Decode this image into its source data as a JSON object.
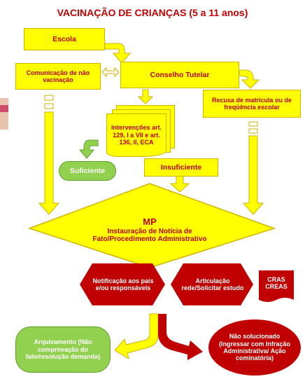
{
  "title": "VACINAÇÃO DE CRIANÇAS (5 a 11 anos)",
  "nodes": {
    "escola": "Escola",
    "comunicacao": "Comunicação de não vacinação",
    "conselho": "Conselho Tutelar",
    "recusa": "Recusa de matrícula ou de freqüência escolar",
    "intervencoes": "Intervenções art. 129, I a VII e art. 136, II, ECA",
    "suficiente": "Suficiente",
    "insuficiente": "Insuficiente",
    "mp_title": "MP",
    "mp_text": "Instauração de Notícia de Fato/Procedimento Administrativo",
    "notificacao": "Notificação aos pais e/ou responsáveis",
    "articulacao": "Articulação rede/Solicitar estudo",
    "cras": "CRAS CREAS",
    "arquivamento": "Arquivamento (Não comprovação do fato/resolução demanda)",
    "nao_solucionado": "Não solucionado (Ingressar com Infração Administrativa/ Ação cominatória)"
  },
  "colors": {
    "yellow": "#ffff00",
    "green": "#92d050",
    "dark_red": "#c00000",
    "title_red": "#c00000"
  }
}
